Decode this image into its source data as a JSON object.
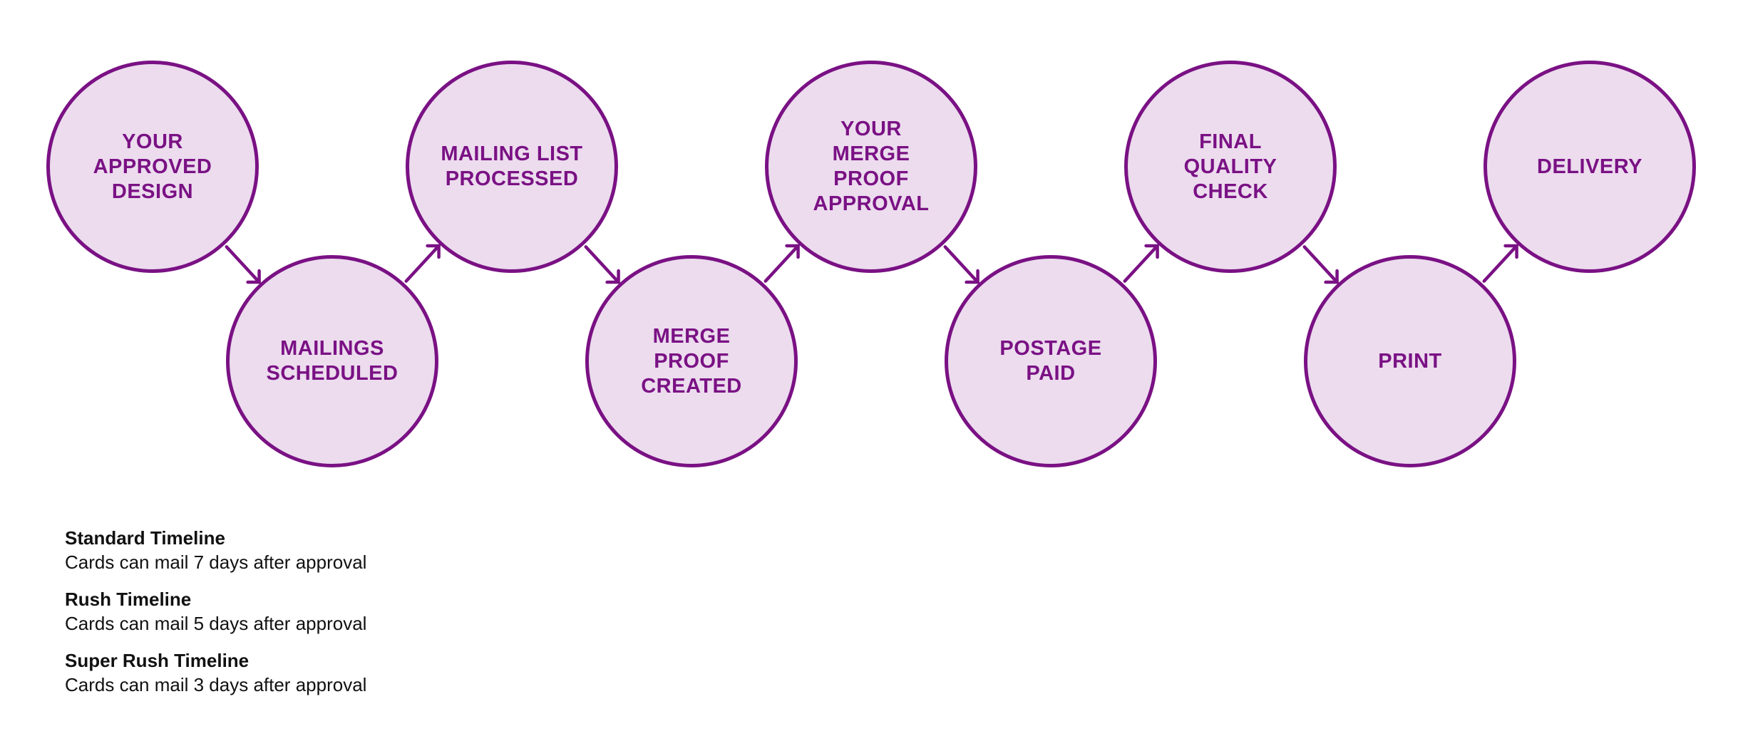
{
  "colors": {
    "accent": "#7a1184",
    "circle_fill": "#ecdcee",
    "text": "#111111",
    "background": "#ffffff"
  },
  "steps": [
    {
      "label": "YOUR\nAPPROVED\nDESIGN",
      "row": "top"
    },
    {
      "label": "MAILINGS\nSCHEDULED",
      "row": "bottom"
    },
    {
      "label": "MAILING LIST\nPROCESSED",
      "row": "top"
    },
    {
      "label": "MERGE\nPROOF\nCREATED",
      "row": "bottom"
    },
    {
      "label": "YOUR\nMERGE\nPROOF\nAPPROVAL",
      "row": "top"
    },
    {
      "label": "POSTAGE\nPAID",
      "row": "bottom"
    },
    {
      "label": "FINAL\nQUALITY\nCHECK",
      "row": "top"
    },
    {
      "label": "PRINT",
      "row": "bottom"
    },
    {
      "label": "DELIVERY",
      "row": "top"
    }
  ],
  "timelines": [
    {
      "name": "Standard Timeline",
      "description": "Cards can mail 7 days after approval"
    },
    {
      "name": "Rush Timeline",
      "description": "Cards can mail 5 days after approval"
    },
    {
      "name": "Super Rush Timeline",
      "description": "Cards can mail 3 days after approval"
    }
  ]
}
